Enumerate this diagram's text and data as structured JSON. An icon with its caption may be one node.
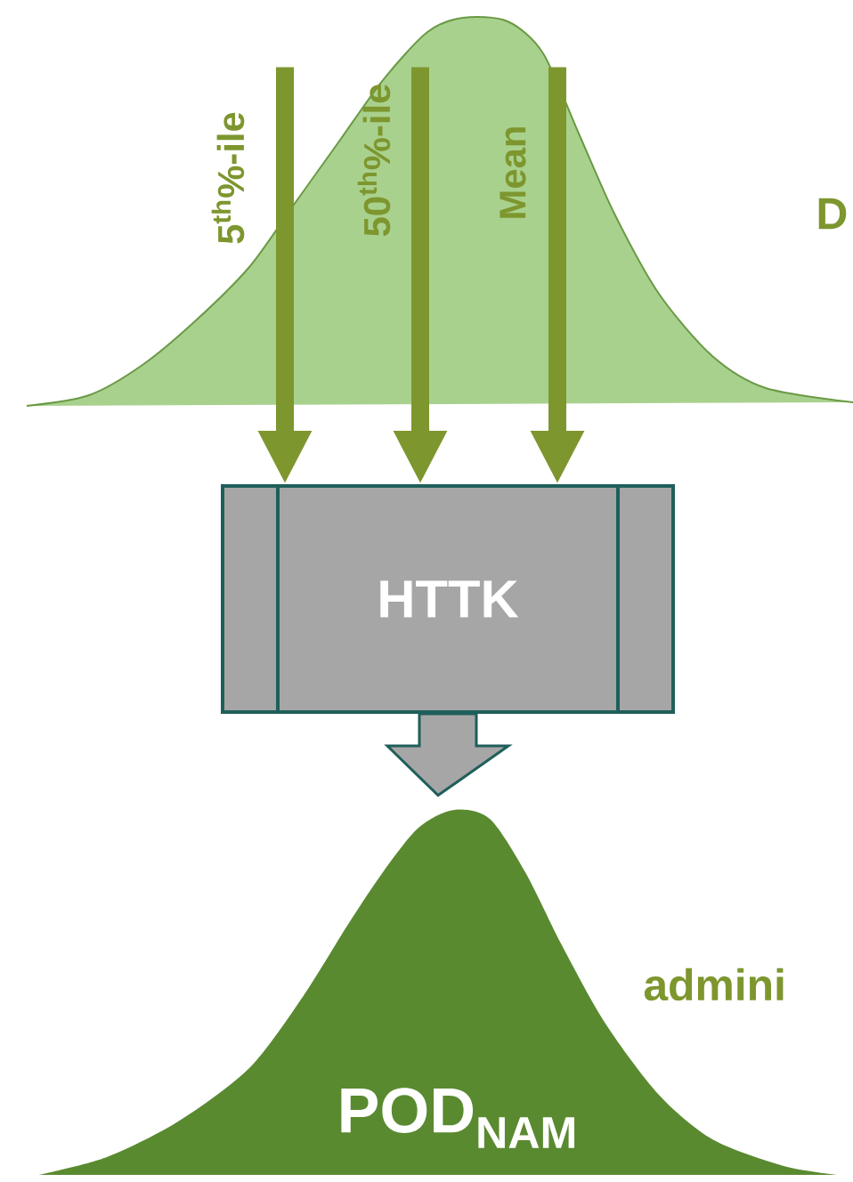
{
  "diagram": {
    "nodes": [
      {
        "text": [],
        "shape": "curve"
      },
      {
        "text": [
          "HTTK"
        ]
      },
      {
        "text": [
          "POD$_{NAM}$"
        ]
      }
    ],
    "edges": [
      {
        "from": 0,
        "to": 1,
        "arrow": "to",
        "label": "5$^{th}$%-ile"
      },
      {
        "from": 0,
        "to": 1,
        "arrow": "to",
        "label": "50$^{th}$%-ile"
      },
      {
        "from": 0,
        "to": 1,
        "arrow": "to",
        "label": "Mean"
      },
      {
        "from": 1,
        "to": 2,
        "arrow": "to",
        "style": "thick",
        "color": "#a6a6a6"
      }
    ],
    "labels": [
      "D",
      "admini"
    ]
  }
}
